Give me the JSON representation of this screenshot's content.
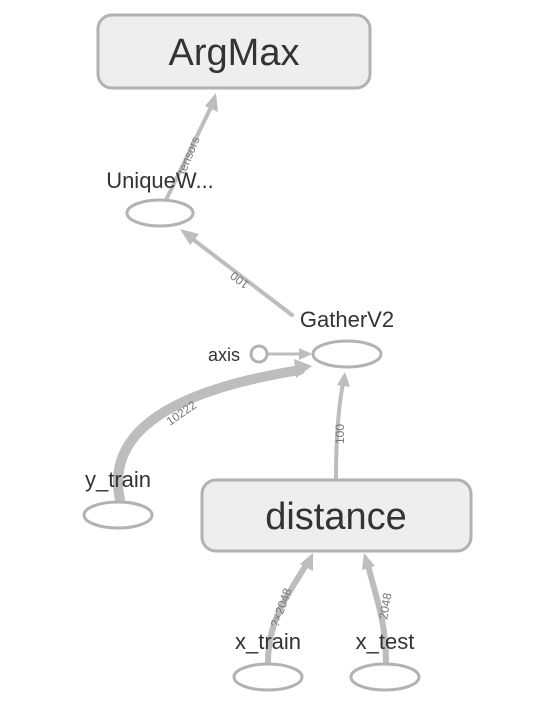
{
  "nodes": {
    "argmax": "ArgMax",
    "unique": "UniqueW...",
    "gather": "GatherV2",
    "axis": "axis",
    "y_train": "y_train",
    "distance": "distance",
    "x_train": "x_train",
    "x_test": "x_test"
  },
  "edges": {
    "unique_to_argmax": "tensors",
    "gather_to_unique": "100",
    "ytrain_to_gather": "10222",
    "distance_to_gather": "100",
    "xtrain_to_distance": "?×2048",
    "xtest_to_distance": "2048"
  },
  "colors": {
    "edge": "#bdbdbd",
    "node_stroke": "#b2b2b2",
    "node_fill": "#eeeeee"
  }
}
